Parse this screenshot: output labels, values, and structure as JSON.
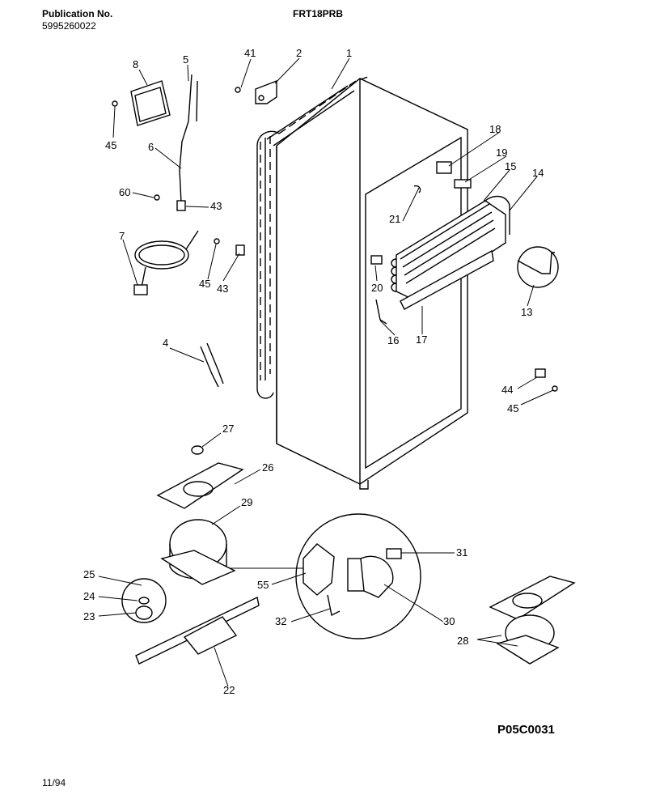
{
  "header": {
    "publication_label": "Publication No.",
    "publication_number": "5995260022",
    "model": "FRT18PRB"
  },
  "footer": {
    "diagram_code": "P05C0031",
    "date": "11/94"
  },
  "callouts": {
    "c1": "1",
    "c2": "2",
    "c4": "4",
    "c5": "5",
    "c6": "6",
    "c7": "7",
    "c8": "8",
    "c13": "13",
    "c14": "14",
    "c15": "15",
    "c16": "16",
    "c17": "17",
    "c18": "18",
    "c19": "19",
    "c20": "20",
    "c21": "21",
    "c22": "22",
    "c23": "23",
    "c24": "24",
    "c25": "25",
    "c26": "26",
    "c27": "27",
    "c28": "28",
    "c29": "29",
    "c30": "30",
    "c31": "31",
    "c32": "32",
    "c41": "41",
    "c43a": "43",
    "c43b": "43",
    "c44": "44",
    "c45a": "45",
    "c45b": "45",
    "c45c": "45",
    "c55": "55",
    "c60": "60"
  }
}
